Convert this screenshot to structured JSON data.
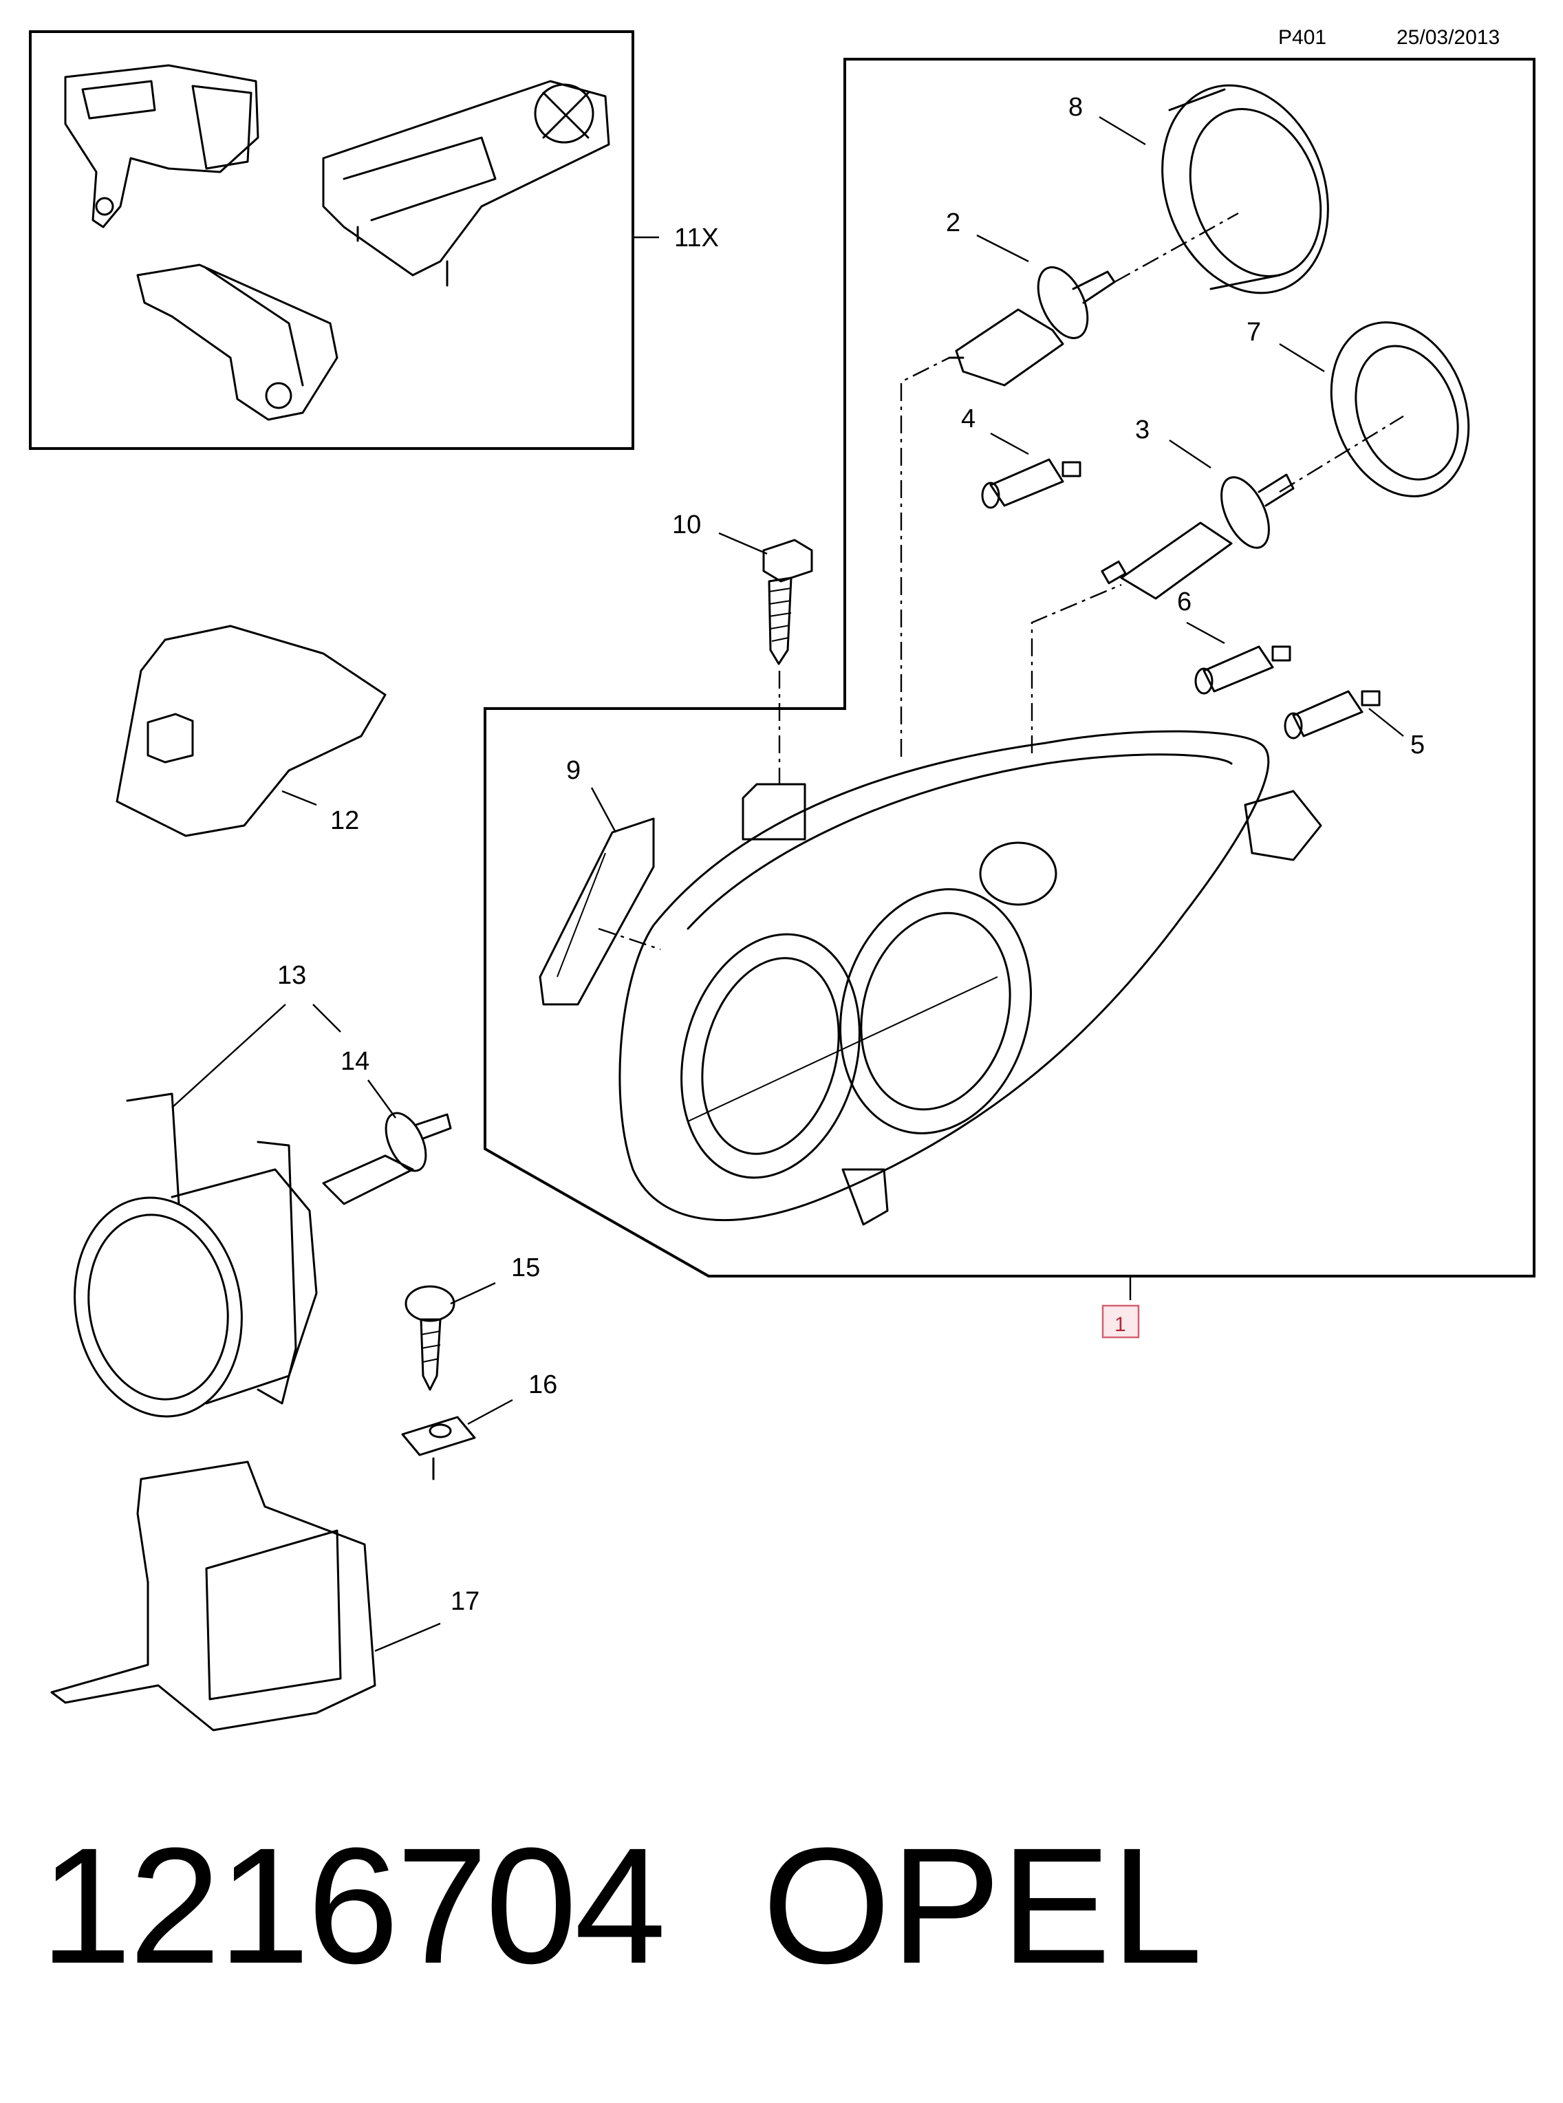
{
  "header": {
    "code": "P401",
    "date": "25/03/2013"
  },
  "callouts": {
    "c1": "1",
    "c2": "2",
    "c3": "3",
    "c4": "4",
    "c5": "5",
    "c6": "6",
    "c7": "7",
    "c8": "8",
    "c9": "9",
    "c10": "10",
    "c11x": "11X",
    "c12": "12",
    "c13": "13",
    "c14": "14",
    "c15": "15",
    "c16": "16",
    "c17": "17"
  },
  "highlight_color": "#d4606f",
  "footer": {
    "part_number": "1216704",
    "brand": "OPEL"
  }
}
